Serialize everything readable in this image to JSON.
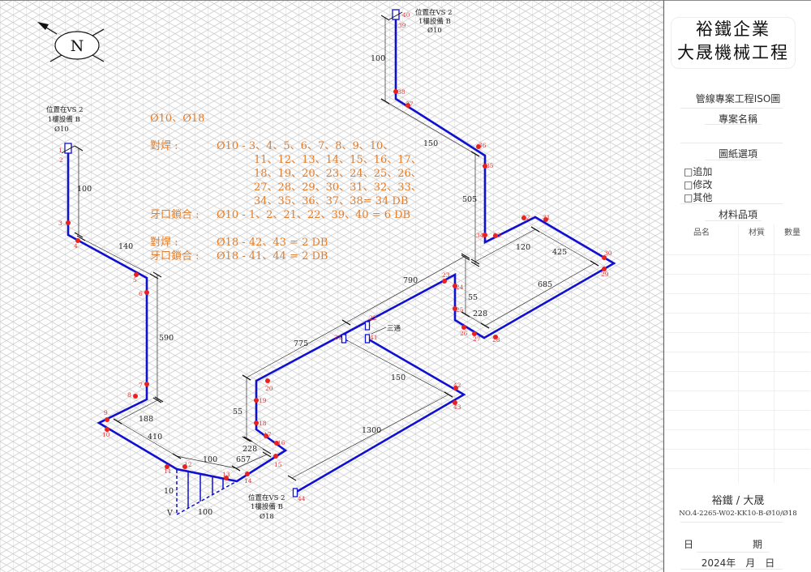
{
  "title_block": {
    "company_line1": "裕鐵企業",
    "company_line2": "大晟機械工程",
    "drawing_type": "管線專案工程ISO圖",
    "project_name_label": "專案名稱",
    "options_label": "圖紙選項",
    "options": [
      "□追加",
      "□修改",
      "□其他"
    ],
    "materials_label": "材料品項",
    "materials_columns": [
      "品名",
      "材質",
      "數量"
    ],
    "owner": "裕鐵 / 大晟",
    "drawing_no": "NO.4-2265-W02-KK10-B-Ø10/Ø18",
    "date_label_1": "日",
    "date_label_2": "期",
    "date_value": "2024年　月　日"
  },
  "north": {
    "label": "N"
  },
  "notes": {
    "header": "Ø10、Ø18",
    "weld_label": "對焊 :",
    "weld_10_lines": [
      "Ø10 - 3、4、5、6、7、8、9、10、",
      "11、12、13、14、15、16、17、",
      "18、19、20、23、24、25、26、",
      "27、28、29、30、31、32、33、",
      "34、35、36、37、38= 34 DB"
    ],
    "thread_label": "牙口鎖合 :",
    "thread_10": "Ø10 - 1、2、21、22、39、40 = 6 DB",
    "weld_18": "Ø18 - 42、43 = 2 DB",
    "thread_18": "Ø18 - 41、44 = 2 DB"
  },
  "location_notes": [
    [
      "位置在VS 2",
      "1樓設備 B",
      "Ø10"
    ],
    [
      "位置在VS 2",
      "1樓設備 B",
      "Ø10"
    ],
    [
      "位置在VS 2",
      "1樓設備 B",
      "Ø18"
    ]
  ],
  "tee_label": "三通",
  "slope_labels": {
    "v": "V",
    "rise": "10",
    "run": "100"
  },
  "dimensions": [
    "100",
    "140",
    "590",
    "188",
    "410",
    "100",
    "657",
    "228",
    "55",
    "775",
    "150",
    "1300",
    "790",
    "505",
    "120",
    "425",
    "685",
    "55",
    "228",
    "150",
    "100"
  ],
  "points": [
    "1",
    "2",
    "3",
    "4",
    "5",
    "6",
    "7",
    "8",
    "9",
    "10",
    "11",
    "12",
    "13",
    "14",
    "15",
    "16",
    "17",
    "18",
    "19",
    "20",
    "21",
    "22",
    "23",
    "24",
    "25",
    "26",
    "27",
    "28",
    "29",
    "30",
    "31",
    "32",
    "33",
    "34",
    "35",
    "36",
    "37",
    "38",
    "39",
    "40",
    "41",
    "42",
    "43",
    "44"
  ],
  "colors": {
    "pipe": "#1010d0",
    "weld_point": "#e82020",
    "notes": "#e37d2a",
    "grid": "#cfcfcf"
  }
}
